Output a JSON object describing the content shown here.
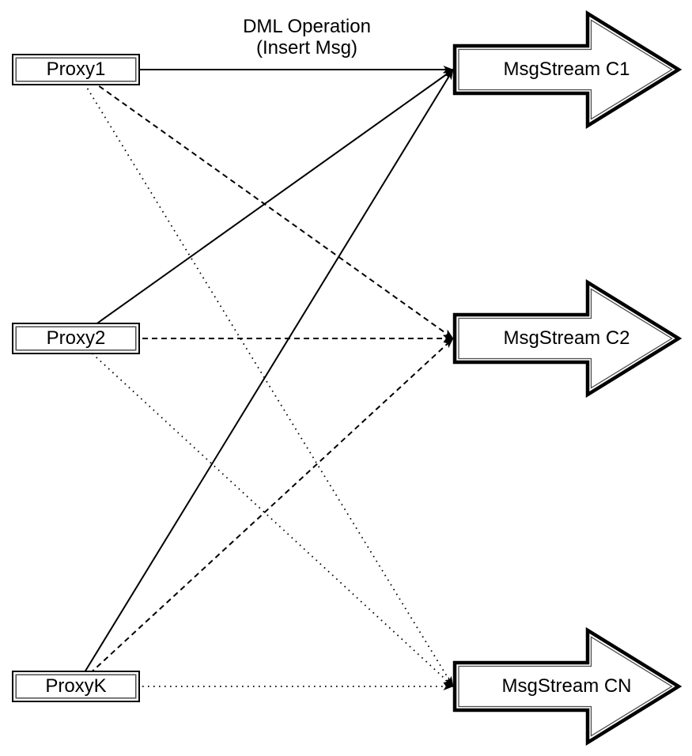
{
  "diagram": {
    "background_color": "#ffffff",
    "stroke_color": "#000000",
    "connector_label": {
      "line1": "DML Operation",
      "line2": "(Insert Msg)"
    },
    "proxies": [
      {
        "id": "proxy1",
        "label": "Proxy1"
      },
      {
        "id": "proxy2",
        "label": "Proxy2"
      },
      {
        "id": "proxyk",
        "label": "ProxyK"
      }
    ],
    "streams": [
      {
        "id": "c1",
        "label": "MsgStream C1"
      },
      {
        "id": "c2",
        "label": "MsgStream C2"
      },
      {
        "id": "cn",
        "label": "MsgStream CN"
      }
    ],
    "edges": [
      {
        "from": "proxy1",
        "to": "c1",
        "style": "solid"
      },
      {
        "from": "proxy1",
        "to": "c2",
        "style": "dashed"
      },
      {
        "from": "proxy1",
        "to": "cn",
        "style": "dotted"
      },
      {
        "from": "proxy2",
        "to": "c1",
        "style": "solid"
      },
      {
        "from": "proxy2",
        "to": "c2",
        "style": "dashed"
      },
      {
        "from": "proxy2",
        "to": "cn",
        "style": "dotted"
      },
      {
        "from": "proxyk",
        "to": "c1",
        "style": "solid"
      },
      {
        "from": "proxyk",
        "to": "c2",
        "style": "dashed"
      },
      {
        "from": "proxyk",
        "to": "cn",
        "style": "dotted"
      }
    ]
  }
}
